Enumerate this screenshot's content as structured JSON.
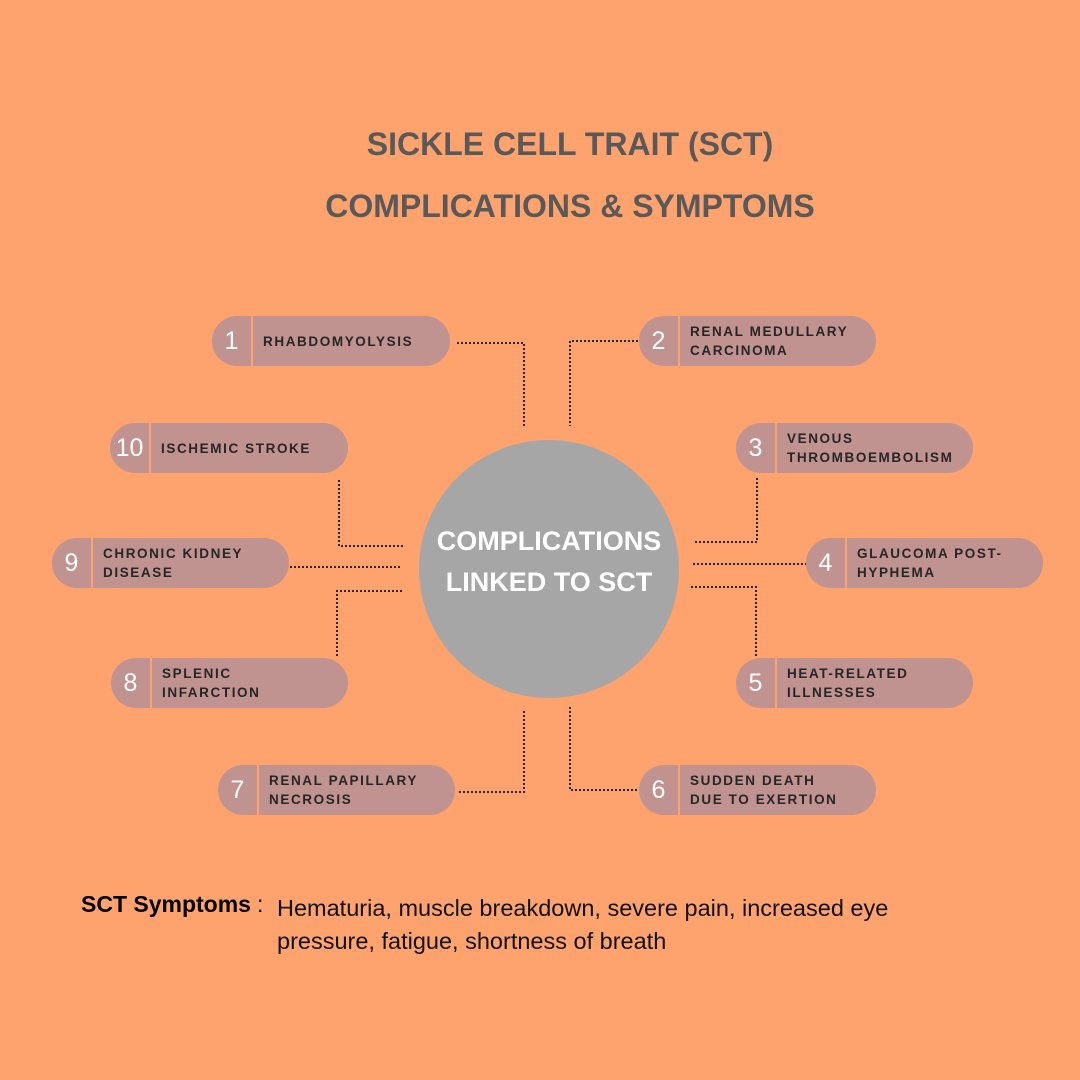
{
  "title": {
    "line1": "SICKLE CELL TRAIT (SCT)",
    "line2": "COMPLICATIONS & SYMPTOMS"
  },
  "hub": {
    "text": "COMPLICATIONS LINKED TO SCT"
  },
  "complications": [
    {
      "number": "1",
      "label": "RHABDOMYOLYSIS"
    },
    {
      "number": "2",
      "label": "RENAL MEDULLARY\nCARCINOMA"
    },
    {
      "number": "3",
      "label": "VENOUS\nTHROMBOEMBOLISM"
    },
    {
      "number": "4",
      "label": "GLAUCOMA POST-\nHYPHEMA"
    },
    {
      "number": "5",
      "label": "HEAT-RELATED\nILLNESSES"
    },
    {
      "number": "6",
      "label": "SUDDEN DEATH\nDUE TO EXERTION"
    },
    {
      "number": "7",
      "label": "RENAL PAPILLARY\nNECROSIS"
    },
    {
      "number": "8",
      "label": "SPLENIC\nINFARCTION"
    },
    {
      "number": "9",
      "label": "CHRONIC KIDNEY\nDISEASE"
    },
    {
      "number": "10",
      "label": "ISCHEMIC STROKE"
    }
  ],
  "symptoms": {
    "label": "SCT Symptoms",
    "colon": ":",
    "text": "Hematuria, muscle breakdown, severe pain, increased eye pressure, fatigue, shortness of breath"
  },
  "colors": {
    "background": "#FFA36E",
    "pill": "#C09390",
    "hub": "#A6A6A6",
    "title": "#595959",
    "connector": "#262626"
  }
}
